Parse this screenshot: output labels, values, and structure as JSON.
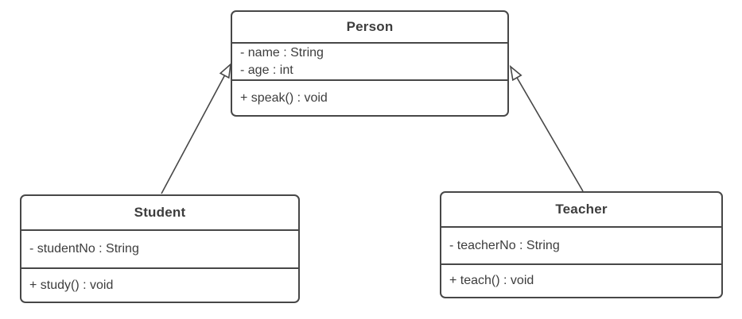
{
  "diagram": {
    "type": "uml-class-diagram",
    "colors": {
      "stroke": "#474747",
      "text": "#3d3d3d",
      "background": "#ffffff"
    },
    "classes": [
      {
        "id": "person",
        "name": "Person",
        "attributes": [
          "- name : String",
          "- age : int"
        ],
        "methods": [
          "+ speak() : void"
        ]
      },
      {
        "id": "student",
        "name": "Student",
        "attributes": [
          "- studentNo : String"
        ],
        "methods": [
          "+ study() : void"
        ]
      },
      {
        "id": "teacher",
        "name": "Teacher",
        "attributes": [
          "- teacherNo : String"
        ],
        "methods": [
          "+ teach() : void"
        ]
      }
    ],
    "relationships": [
      {
        "type": "generalization",
        "from": "Student",
        "to": "Person"
      },
      {
        "type": "generalization",
        "from": "Teacher",
        "to": "Person"
      }
    ]
  }
}
